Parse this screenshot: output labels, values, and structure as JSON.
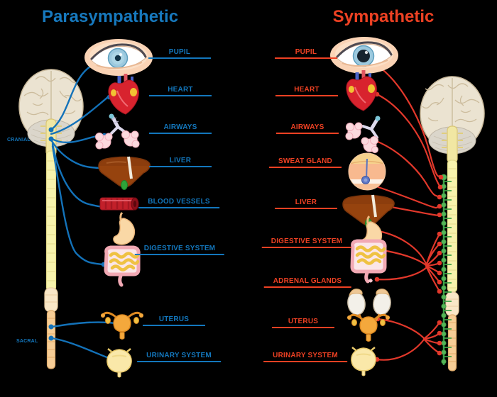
{
  "diagram": {
    "title_left": "Parasympathetic",
    "title_right": "Sympathetic",
    "accent_blue": "#1377bd",
    "accent_red": "#ee4123",
    "nerve_line_blue": "#1372b9",
    "nerve_line_red": "#e2382b",
    "chain_green": "#3ea348",
    "left": {
      "region_top": "CRANIAL",
      "region_bottom": "SACRAL",
      "organs": [
        "PUPIL",
        "HEART",
        "AIRWAYS",
        "LIVER",
        "BLOOD VESSELS",
        "DIGESTIVE SYSTEM",
        "UTERUS",
        "URINARY SYSTEM"
      ]
    },
    "right": {
      "organs": [
        "PUPIL",
        "HEART",
        "AIRWAYS",
        "SWEAT GLAND",
        "LIVER",
        "DIGESTIVE SYSTEM",
        "ADRENAL GLANDS",
        "UTERUS",
        "URINARY SYSTEM"
      ]
    },
    "illustrations": [
      "brain",
      "spinal-cord",
      "eye",
      "heart",
      "airways",
      "liver",
      "blood-vessel",
      "digestive-system",
      "sweat-gland",
      "adrenal-glands",
      "uterus",
      "urinary-bladder",
      "sympathetic-chain"
    ]
  }
}
